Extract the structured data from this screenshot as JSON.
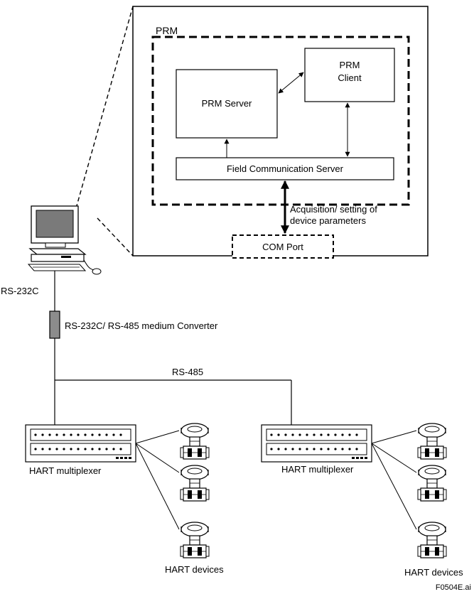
{
  "prm": {
    "group_label": "PRM",
    "server_label": "PRM Server",
    "client_label_1": "PRM",
    "client_label_2": "Client",
    "fcs_label": "Field Communication Server",
    "acquisition_line_1": "Acquisition/ setting of",
    "acquisition_line_2": "device parameters",
    "com_port_label": "COM Port"
  },
  "network": {
    "rs232c_label": "RS-232C",
    "converter_label": "RS-232C/ RS-485 medium Converter",
    "rs485_label": "RS-485"
  },
  "left_group": {
    "multiplexer_label": "HART multiplexer",
    "devices_label": "HART devices"
  },
  "right_group": {
    "multiplexer_label": "HART multiplexer",
    "devices_label": "HART devices"
  },
  "figure_id": "F0504E.ai"
}
